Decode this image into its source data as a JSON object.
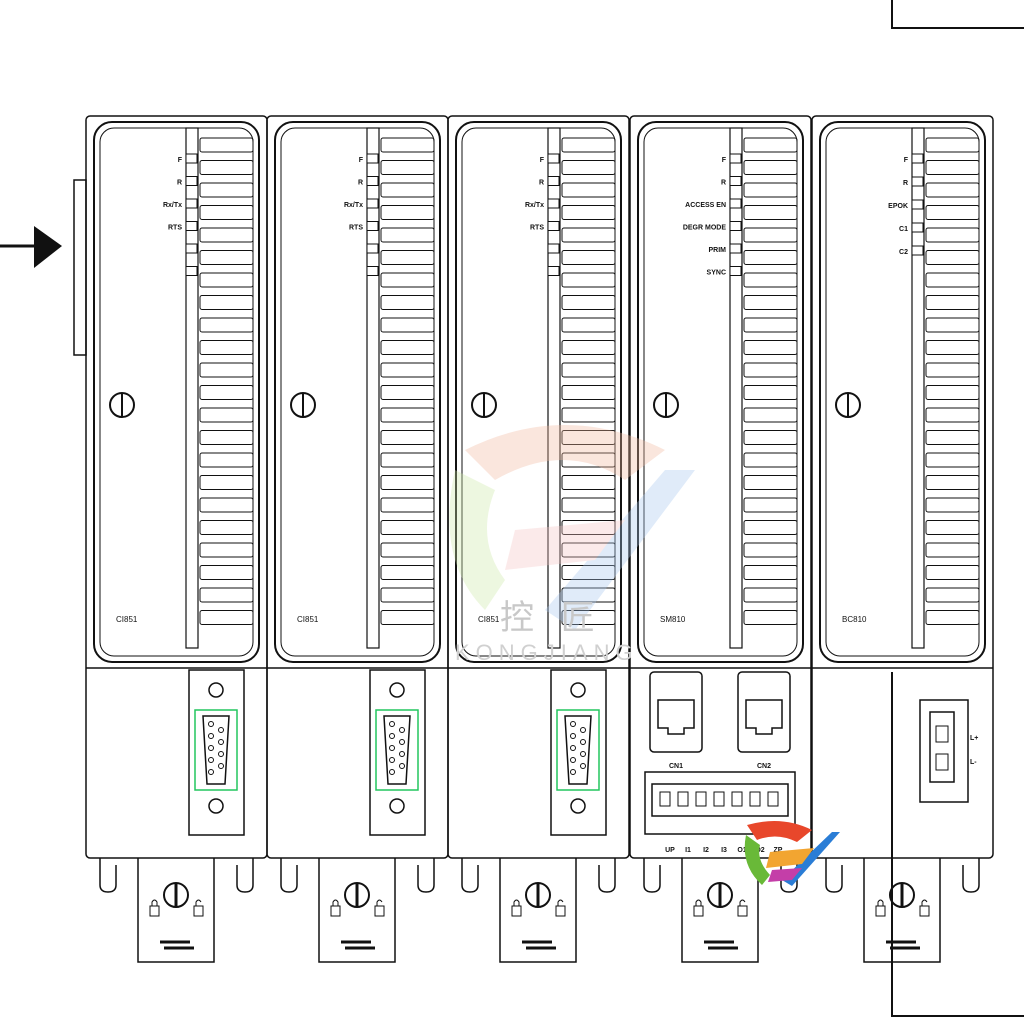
{
  "modules": [
    {
      "name": "CI851",
      "type": "comm",
      "leds": [
        "F",
        "R",
        "Rx/Tx",
        "RTS",
        "",
        ""
      ]
    },
    {
      "name": "CI851",
      "type": "comm",
      "leds": [
        "F",
        "R",
        "Rx/Tx",
        "RTS",
        "",
        ""
      ]
    },
    {
      "name": "CI851",
      "type": "comm",
      "leds": [
        "F",
        "R",
        "Rx/Tx",
        "RTS",
        "",
        ""
      ]
    },
    {
      "name": "SM810",
      "type": "sync",
      "leds": [
        "F",
        "R",
        "ACCESS EN",
        "DEGR MODE",
        "PRIM",
        "SYNC"
      ],
      "ports": [
        "CN1",
        "CN2"
      ],
      "terminals": [
        "UP",
        "I1",
        "I2",
        "I3",
        "O1",
        "O2",
        "ZP"
      ]
    },
    {
      "name": "BC810",
      "type": "power",
      "leds": [
        "F",
        "R",
        "EPOK",
        "C1",
        "C2"
      ],
      "power_labels": [
        "L+",
        "L-"
      ]
    }
  ],
  "watermark": {
    "cn": "控 匠",
    "en": "KONGJIANG"
  }
}
